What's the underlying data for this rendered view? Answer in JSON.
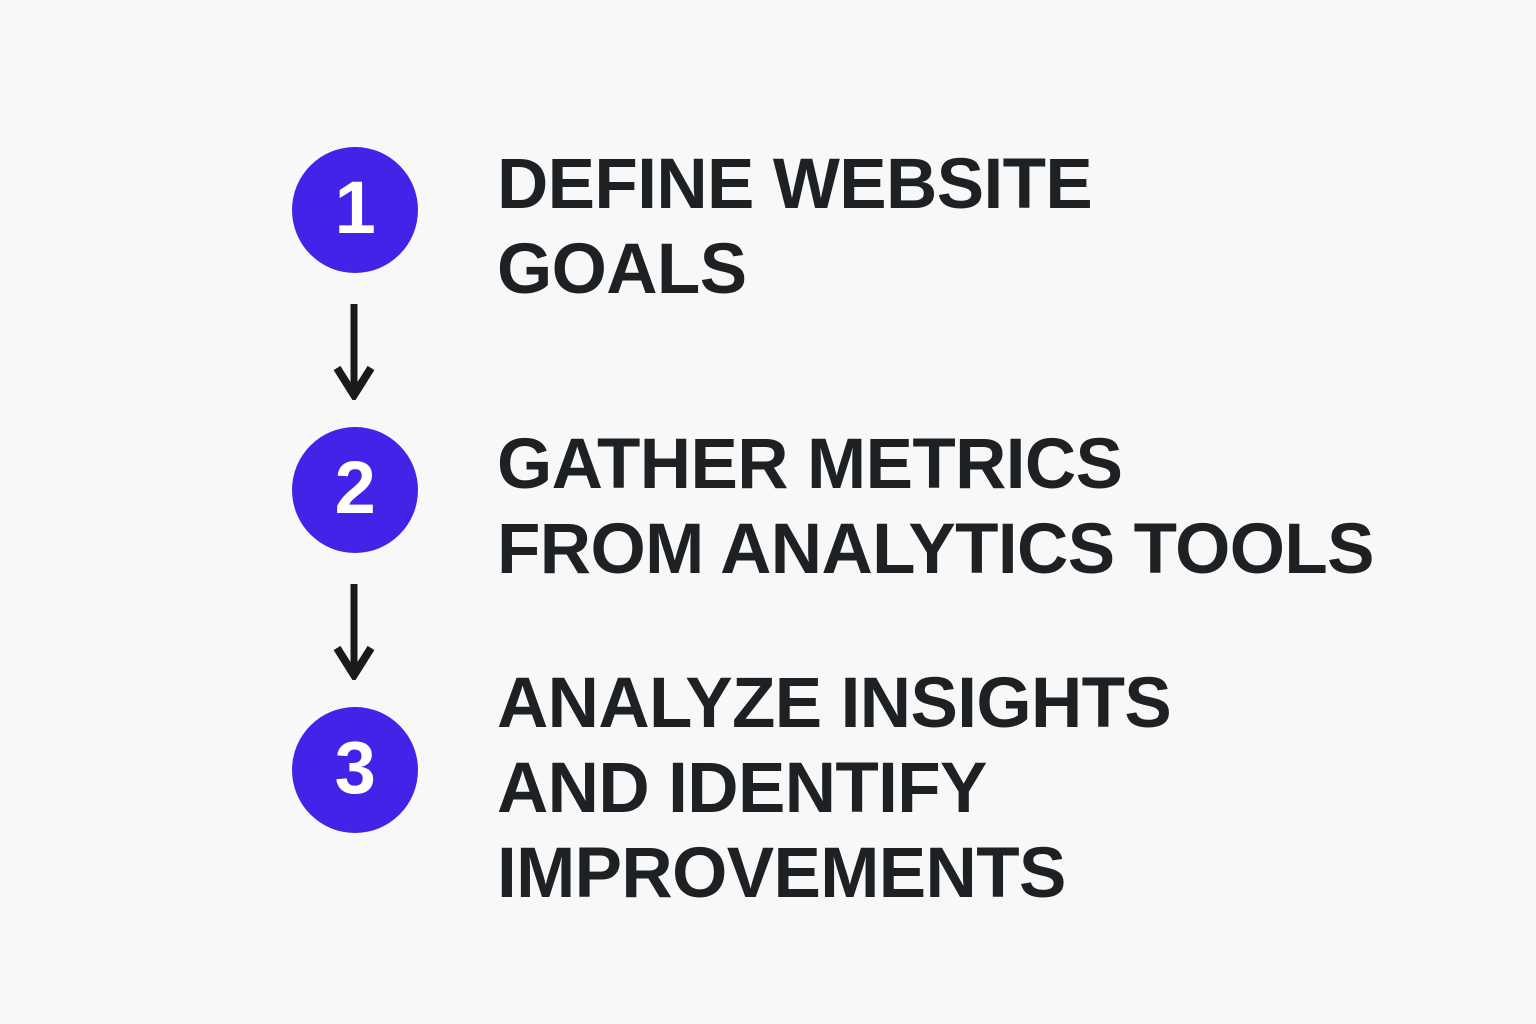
{
  "diagram": {
    "type": "vertical-process-flow",
    "background_color": "#f8f8f8",
    "accent_color": "#4422e8",
    "text_color": "#1e2124",
    "number_color": "#ffffff",
    "arrow_color": "#1a1a1a",
    "steps": [
      {
        "number": "1",
        "lines": [
          "DEFINE WEBSITE",
          "GOALS"
        ]
      },
      {
        "number": "2",
        "lines": [
          "GATHER METRICS",
          "FROM ANALYTICS TOOLS"
        ]
      },
      {
        "number": "3",
        "lines": [
          "ANALYZE INSIGHTS",
          "AND IDENTIFY",
          "IMPROVEMENTS"
        ]
      }
    ],
    "connectors": [
      {
        "name": "arrow-step-1-to-2"
      },
      {
        "name": "arrow-step-2-to-3"
      }
    ]
  }
}
